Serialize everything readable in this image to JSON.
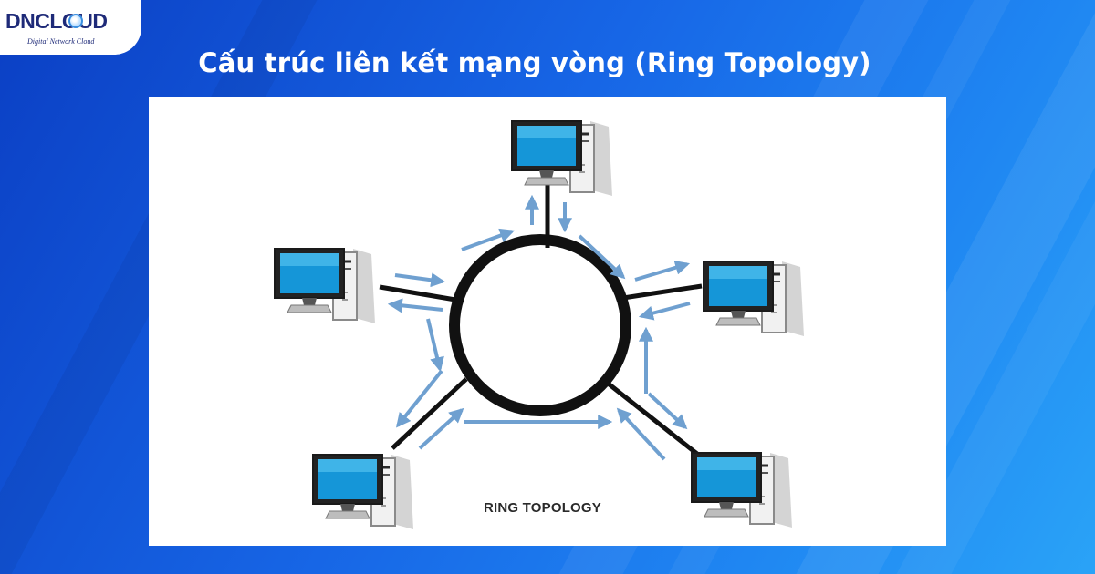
{
  "brand": {
    "name": "DNCLOUD",
    "tagline": "Digital Network Cloud",
    "logo_color": "#1e2a78"
  },
  "title": "Cấu trúc liên kết mạng vòng (Ring Topology)",
  "diagram": {
    "label": "RING TOPOLOGY",
    "ring_color": "#111111",
    "arrow_color": "#6fa0d0",
    "screen_color": "#1596d8",
    "computers": [
      "computer-top",
      "computer-right",
      "computer-bottom-right",
      "computer-bottom-left",
      "computer-left"
    ]
  },
  "colors": {
    "background_start": "#0b3fc4",
    "background_end": "#2aa3f7",
    "title_text": "#ffffff",
    "panel": "#ffffff"
  }
}
